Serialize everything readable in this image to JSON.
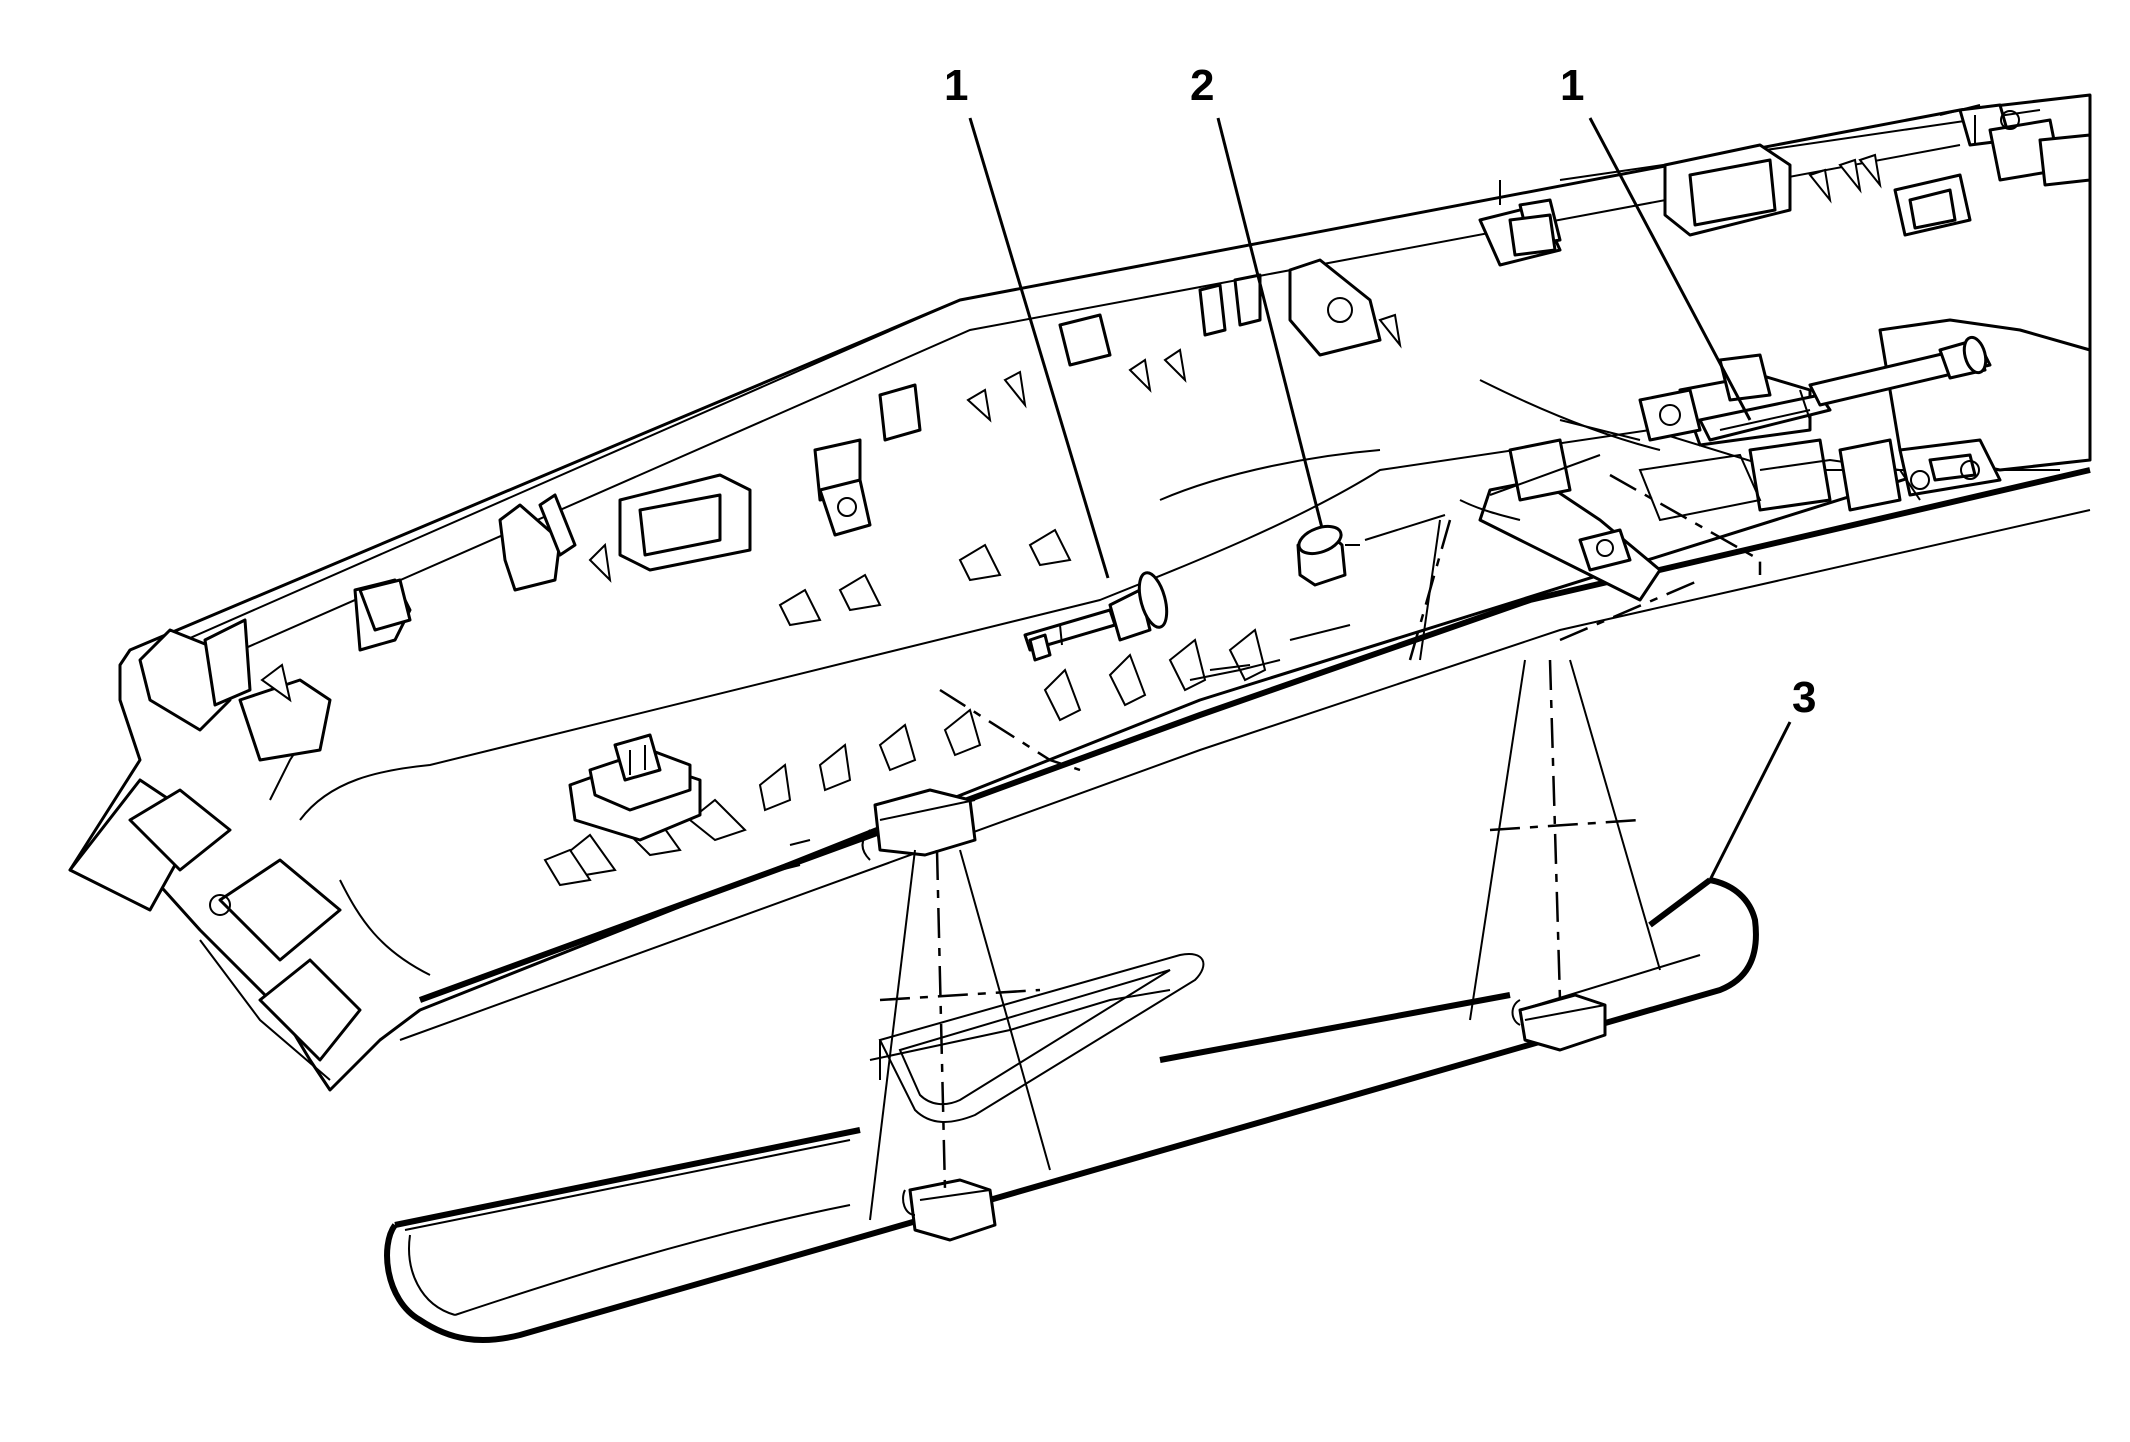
{
  "figure": {
    "callouts": [
      {
        "id": "c1a",
        "label": "1",
        "part": "pin"
      },
      {
        "id": "c2",
        "label": "2",
        "part": "bushing"
      },
      {
        "id": "c1b",
        "label": "1",
        "part": "pin"
      },
      {
        "id": "c3",
        "label": "3",
        "part": "tray"
      }
    ]
  }
}
